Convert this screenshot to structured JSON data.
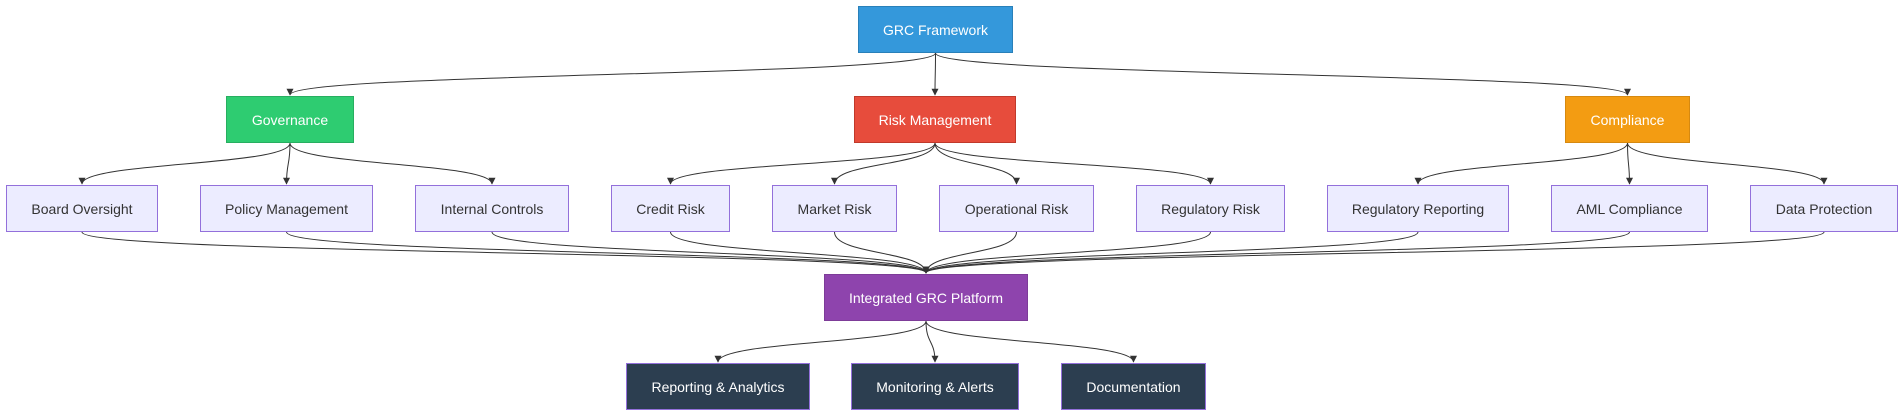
{
  "nodes": {
    "grc_framework": "GRC Framework",
    "governance": "Governance",
    "risk_management": "Risk Management",
    "compliance": "Compliance",
    "board_oversight": "Board Oversight",
    "policy_management": "Policy Management",
    "internal_controls": "Internal Controls",
    "credit_risk": "Credit Risk",
    "market_risk": "Market Risk",
    "operational_risk": "Operational Risk",
    "regulatory_risk": "Regulatory Risk",
    "regulatory_reporting": "Regulatory Reporting",
    "aml_compliance": "AML Compliance",
    "data_protection": "Data Protection",
    "integrated_platform": "Integrated GRC Platform",
    "reporting_analytics": "Reporting & Analytics",
    "monitoring_alerts": "Monitoring & Alerts",
    "documentation": "Documentation"
  },
  "edges": [
    [
      "grc_framework",
      "governance"
    ],
    [
      "grc_framework",
      "risk_management"
    ],
    [
      "grc_framework",
      "compliance"
    ],
    [
      "governance",
      "board_oversight"
    ],
    [
      "governance",
      "policy_management"
    ],
    [
      "governance",
      "internal_controls"
    ],
    [
      "risk_management",
      "credit_risk"
    ],
    [
      "risk_management",
      "market_risk"
    ],
    [
      "risk_management",
      "operational_risk"
    ],
    [
      "risk_management",
      "regulatory_risk"
    ],
    [
      "compliance",
      "regulatory_reporting"
    ],
    [
      "compliance",
      "aml_compliance"
    ],
    [
      "compliance",
      "data_protection"
    ],
    [
      "board_oversight",
      "integrated_platform"
    ],
    [
      "policy_management",
      "integrated_platform"
    ],
    [
      "internal_controls",
      "integrated_platform"
    ],
    [
      "credit_risk",
      "integrated_platform"
    ],
    [
      "market_risk",
      "integrated_platform"
    ],
    [
      "operational_risk",
      "integrated_platform"
    ],
    [
      "regulatory_risk",
      "integrated_platform"
    ],
    [
      "regulatory_reporting",
      "integrated_platform"
    ],
    [
      "aml_compliance",
      "integrated_platform"
    ],
    [
      "data_protection",
      "integrated_platform"
    ],
    [
      "integrated_platform",
      "reporting_analytics"
    ],
    [
      "integrated_platform",
      "monitoring_alerts"
    ],
    [
      "integrated_platform",
      "documentation"
    ]
  ],
  "colors": {
    "root": "#3498db",
    "governance": "#2ecc71",
    "risk": "#e74c3c",
    "compliance": "#f39c12",
    "leaf": "#ececff",
    "platform": "#8e44ad",
    "output": "#2c3e50",
    "edge": "#333333"
  }
}
